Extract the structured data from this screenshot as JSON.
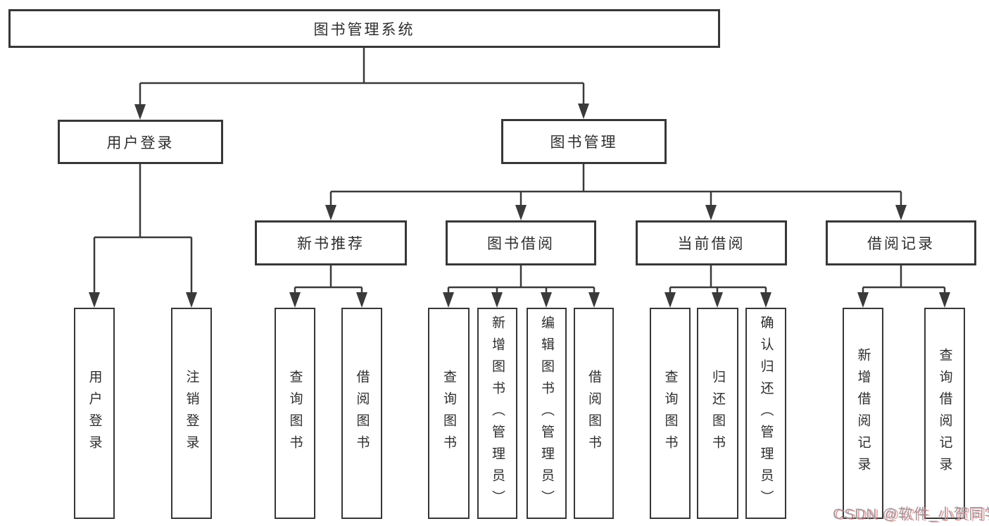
{
  "diagram": {
    "root": {
      "label": "图书管理系统"
    },
    "branches": [
      {
        "label": "用户登录",
        "children": [
          {
            "label": "用户登录"
          },
          {
            "label": "注销登录"
          }
        ]
      },
      {
        "label": "图书管理",
        "children": [
          {
            "label": "新书推荐",
            "children": [
              {
                "label": "查询图书"
              },
              {
                "label": "借阅图书"
              }
            ]
          },
          {
            "label": "图书借阅",
            "children": [
              {
                "label": "查询图书"
              },
              {
                "label": "新增图书（管理员）"
              },
              {
                "label": "编辑图书（管理员）"
              },
              {
                "label": "借阅图书"
              }
            ]
          },
          {
            "label": "当前借阅",
            "children": [
              {
                "label": "查询图书"
              },
              {
                "label": "归还图书"
              },
              {
                "label": "确认归还（管理员）"
              }
            ]
          },
          {
            "label": "借阅记录",
            "children": [
              {
                "label": "新增借阅记录"
              },
              {
                "label": "查询借阅记录"
              }
            ]
          }
        ]
      }
    ]
  },
  "watermark": {
    "text": "CSDN @软件_小贺同学"
  },
  "colors": {
    "line": "#3a3a3a",
    "box_border": "#373737",
    "text": "#2e2e2e",
    "background": "#ffffff",
    "watermark_gray": "#9a9da4",
    "watermark_red": "#e96d6d"
  }
}
